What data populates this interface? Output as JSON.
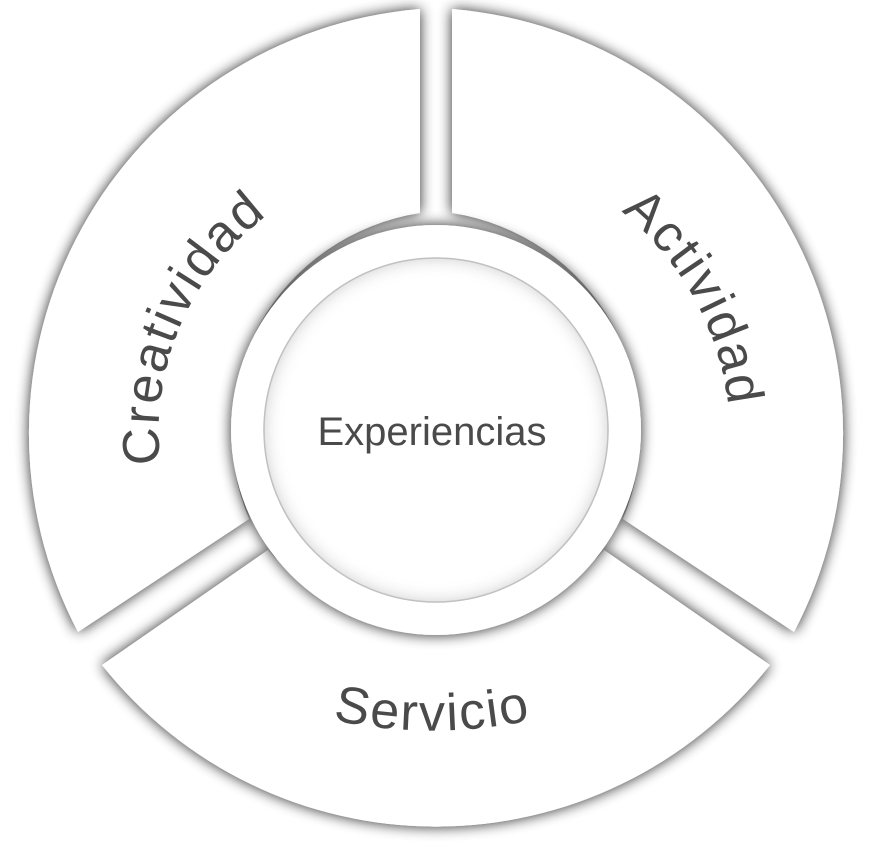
{
  "diagram": {
    "center": {
      "label": "Experiencias"
    },
    "segments": [
      {
        "id": "creatividad",
        "label": "Creatividad"
      },
      {
        "id": "actividad",
        "label": "Actividad"
      },
      {
        "id": "servicio",
        "label": "Servicio"
      }
    ]
  },
  "colors": {
    "background": "#ffffff",
    "fill": "#ffffff",
    "text": "#4a4a4a",
    "shadow": "#5a5a5a"
  }
}
